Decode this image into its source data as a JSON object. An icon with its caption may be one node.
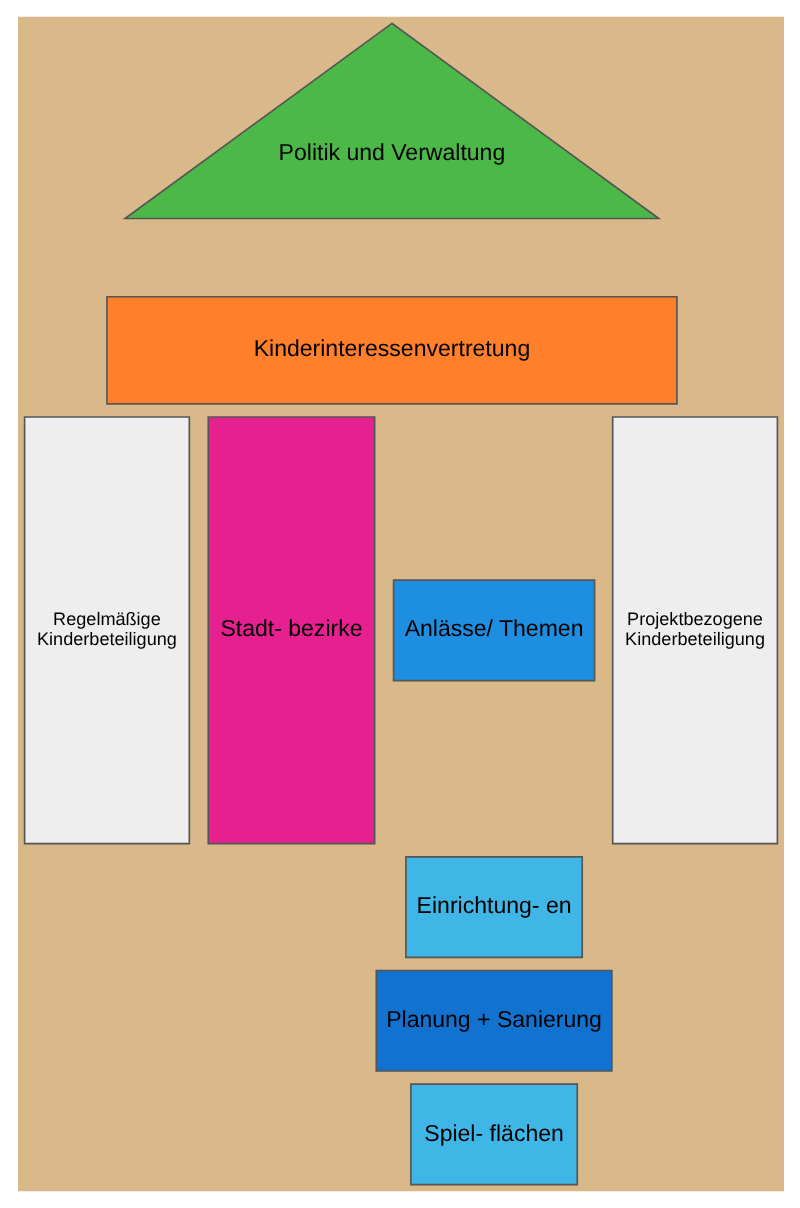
{
  "diagram": {
    "nodes": [
      {
        "text": [
          "Politik und Verwaltung"
        ]
      },
      {
        "text": [
          "Kinderinteressenvertretung"
        ]
      },
      {
        "text": [
          "Regelmäßige Kinderbeteiligung"
        ]
      },
      {
        "text": [
          "Stadt- bezirke"
        ]
      },
      {
        "text": [
          "Anlässe/ Themen"
        ]
      },
      {
        "text": [
          "Einrichtung- en"
        ]
      },
      {
        "text": [
          "Planung + Sanierung"
        ]
      },
      {
        "text": [
          "Spiel- flächen"
        ]
      },
      {
        "text": [
          "Projektbezogene Kinderbeteiligung"
        ]
      }
    ]
  }
}
